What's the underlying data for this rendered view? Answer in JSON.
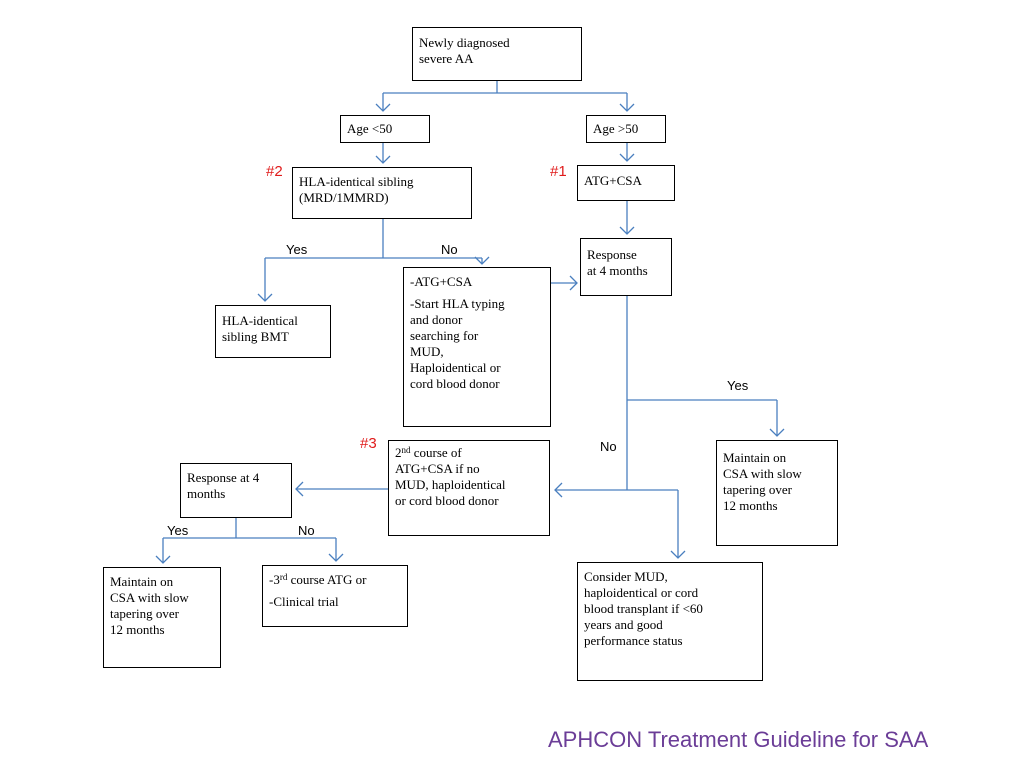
{
  "colors": {
    "arrow": "#4a7fbf",
    "box_border": "#000000",
    "marker": "#e01b1b",
    "footer": "#6b3d97"
  },
  "boxes": {
    "newly": [
      "Newly diagnosed",
      "severe AA"
    ],
    "age_lt50": [
      "Age <50"
    ],
    "age_gt50": [
      "Age >50"
    ],
    "hla_sibling": [
      "HLA-identical sibling",
      "(MRD/1MMRD)"
    ],
    "atg_csa": [
      "ATG+CSA"
    ],
    "response4": [
      "Response",
      "at 4 months"
    ],
    "bmt": [
      "HLA-identical",
      "sibling BMT"
    ],
    "atg_typing": {
      "line1": "-ATG+CSA",
      "lines2": [
        "-Start HLA typing",
        "and donor",
        "searching for",
        "MUD,",
        "Haploidentical or",
        "cord blood donor"
      ]
    },
    "maintain_right": [
      "Maintain on",
      "CSA with slow",
      "tapering over",
      "12 months"
    ],
    "second_course": {
      "num": "2",
      "sup": "nd",
      "rest": " course of",
      "lines": [
        "ATG+CSA if no",
        "MUD, haploidentical",
        "or cord blood donor"
      ]
    },
    "response4_left": [
      "Response at 4",
      "months"
    ],
    "maintain_left": [
      "Maintain on",
      "CSA with slow",
      "tapering over",
      "12 months"
    ],
    "third_course": {
      "pre": "-3",
      "sup": "rd",
      "rest": " course ATG or",
      "line2": "-Clinical trial"
    },
    "consider_mud": [
      "Consider MUD,",
      "haploidentical or cord",
      "blood transplant  if <60",
      "years and good",
      "performance status"
    ]
  },
  "branch_labels": {
    "yes_left": "Yes",
    "no_left": "No",
    "yes_right": "Yes",
    "no_right": "No",
    "yes_bottom": "Yes",
    "no_bottom": "No"
  },
  "markers": {
    "m1": "#1",
    "m2": "#2",
    "m3": "#3"
  },
  "footer": "APHCON Treatment Guideline for SAA"
}
